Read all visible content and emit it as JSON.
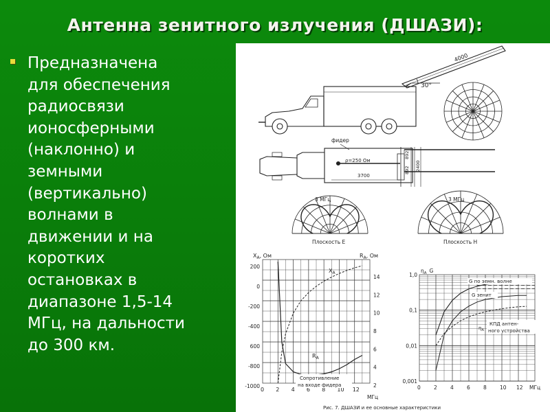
{
  "slide": {
    "title": "Антенна зенитного излучения  (ДШАЗИ):",
    "bullet_lines": [
      "Предназначена",
      "для обеспечения",
      "радиосвязи",
      "ионосферными",
      "(наклонно) и",
      "земными",
      "(вертикально)",
      "волнами в",
      "движении и на",
      "коротких",
      "остановках в",
      "диапазоне 1,5-14",
      "МГц, на дальности",
      "до 300 км."
    ]
  },
  "figure": {
    "truck": {
      "dim_length": "4000",
      "angle": "30°",
      "feeder": "фидер",
      "rho": "ρ=250 Ом",
      "dim_3700": "3700",
      "dim_2400": "2400",
      "dim_892a": "892",
      "dim_892b": "892"
    },
    "patterns": {
      "e_freq": "3 МГц",
      "e_label": "Плоскость E",
      "h_freq": "3 МГц",
      "h_label": "Плоскость H"
    },
    "chart_left": {
      "xa_axis_label": "X",
      "xa_axis_sub": "A",
      "xa_axis_unit": ", Ом",
      "ra_axis_label": "R",
      "ra_axis_sub": "A",
      "ra_axis_unit": ", Ом",
      "curve_xa_label": "X",
      "curve_xa_sub": "A",
      "curve_ra_label": "R",
      "curve_ra_sub": "A",
      "caption_1": "Сопротивление",
      "caption_2": "на входе фидера",
      "x_unit": "МГц"
    },
    "chart_right": {
      "y_label": "η",
      "y_label_sub": "A",
      "y_label_g": "G",
      "curve_g_ground": "G по земн. волне",
      "curve_g_zenith": "G зенит",
      "kpd_1": "КПД антен-",
      "kpd_2": "ного устройства",
      "kpd_eta": "η",
      "kpd_eta_sub": "A",
      "x_unit": "МГц"
    },
    "caption": "Рис. 7. ДШАЗИ и ее основные характеристики"
  },
  "chart_data": [
    {
      "type": "line",
      "x": [
        2,
        2.5,
        3,
        4,
        5,
        6,
        7,
        8,
        9,
        10,
        11,
        12,
        13
      ],
      "xlim": [
        0,
        14
      ],
      "xticks": [
        "0",
        "2",
        "4",
        "6",
        "8",
        "10",
        "12"
      ],
      "xlabel": "МГц",
      "yaxes": [
        {
          "side": "left",
          "label": "XA, Ом",
          "ylim": [
            -1000,
            200
          ],
          "ticks": [
            "200",
            "0",
            "-200",
            "-400",
            "600",
            "-800",
            "-1000"
          ]
        },
        {
          "side": "right",
          "label": "RA, Ом",
          "ylim": [
            2,
            14
          ],
          "ticks": [
            "14",
            "12",
            "10",
            "8",
            "6",
            "4",
            "2"
          ]
        }
      ],
      "series": [
        {
          "name": "XA",
          "axis": "left",
          "values": [
            -1000,
            -700,
            -520,
            -320,
            -200,
            -120,
            -60,
            -10,
            30,
            65,
            95,
            120,
            140
          ]
        },
        {
          "name": "RA",
          "axis": "right",
          "values": [
            13.8,
            6,
            3.9,
            3.1,
            2.85,
            2.75,
            2.8,
            2.9,
            3.1,
            3.4,
            3.8,
            4.3,
            4.7
          ]
        }
      ],
      "annotation": "Сопротивление на входе фидера"
    },
    {
      "type": "line",
      "x": [
        2,
        3,
        4,
        5,
        6,
        7,
        8,
        9,
        10,
        11,
        12,
        13
      ],
      "xlim": [
        0,
        14
      ],
      "xticks": [
        "0",
        "2",
        "4",
        "6",
        "8",
        "10",
        "12"
      ],
      "xlabel": "МГц",
      "ylabel": "ηA G",
      "yscale": "log",
      "ylim": [
        0.001,
        1.0
      ],
      "yticks": [
        "1,0",
        "0,1",
        "0,01",
        "0,001"
      ],
      "series": [
        {
          "name": "G по земн. волне",
          "values": [
            0.02,
            0.09,
            0.19,
            0.3,
            0.4,
            0.47,
            0.53,
            0.57,
            0.6,
            0.61,
            0.62,
            0.62
          ]
        },
        {
          "name": "G зенит",
          "values": [
            0.002,
            0.02,
            0.05,
            0.09,
            0.13,
            0.17,
            0.2,
            0.22,
            0.24,
            0.25,
            0.26,
            0.26
          ]
        },
        {
          "name": "ηA",
          "values": [
            0.01,
            0.022,
            0.035,
            0.05,
            0.065,
            0.078,
            0.09,
            0.1,
            0.11,
            0.118,
            0.124,
            0.128
          ]
        }
      ],
      "reference_lines": [
        0.4,
        0.5
      ]
    }
  ]
}
